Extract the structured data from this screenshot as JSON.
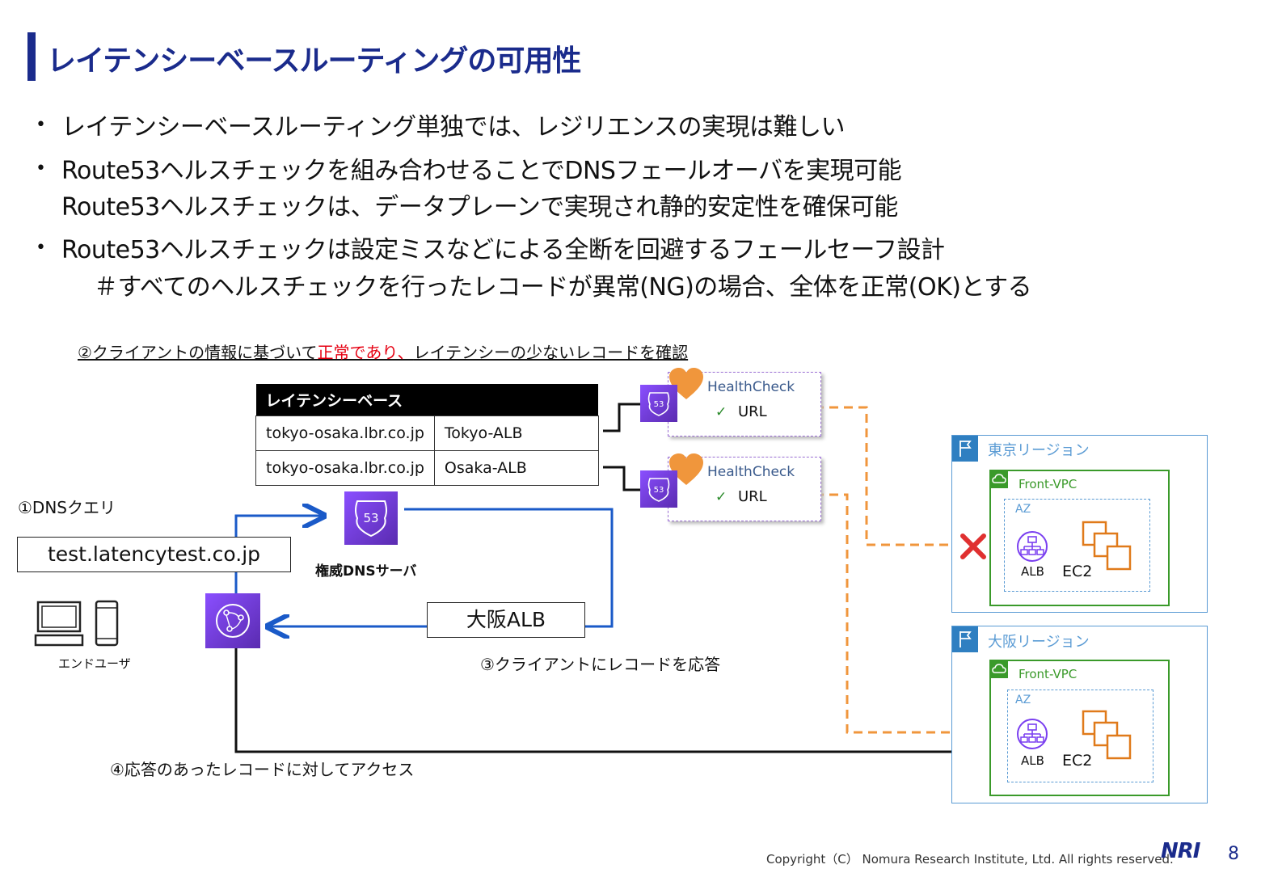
{
  "slide": {
    "title": "レイテンシーベースルーティングの可用性",
    "page_number": "8",
    "copyright": "Copyright（C） Nomura Research Institute, Ltd. All rights reserved.",
    "logo_text": "NRI"
  },
  "bullets": {
    "b1": "レイテンシーベースルーティング単独では、レジリエンスの実現は難しい",
    "b2a": "Route53ヘルスチェックを組み合わせることでDNSフェールオーバを実現可能",
    "b2b": "Route53ヘルスチェックは、データプレーンで実現され静的安定性を確保可能",
    "b3a": "Route53ヘルスチェックは設定ミスなどによる全断を回避するフェールセーフ設計",
    "b3b": "＃すべてのヘルスチェックを行ったレコードが異常(NG)の場合、全体を正常(OK)とする"
  },
  "diagram": {
    "step2_prefix": "②クライアントの情報に基づいて",
    "step2_highlight": "正常であり、",
    "step2_suffix": "レイテンシーの少ないレコードを確認",
    "step1": "①DNSクエリ",
    "step3": "③クライアントにレコードを応答",
    "step4": "④応答のあったレコードに対してアクセス",
    "query_domain": "test.latencytest.co.jp",
    "dns_server_label": "権威DNSサーバ",
    "answer_label": "大阪ALB",
    "end_user_label": "エンドユーザ",
    "route53_badge": "53",
    "table": {
      "header": "レイテンシーベース",
      "rows": [
        {
          "domain": "tokyo-osaka.lbr.co.jp",
          "target": "Tokyo-ALB"
        },
        {
          "domain": "tokyo-osaka.lbr.co.jp",
          "target": "Osaka-ALB"
        }
      ]
    },
    "healthchecks": [
      {
        "title": "HealthCheck",
        "check": "✓",
        "target": "URL"
      },
      {
        "title": "HealthCheck",
        "check": "✓",
        "target": "URL"
      }
    ],
    "regions": [
      {
        "name": "東京リージョン",
        "vpc": "Front-VPC",
        "az": "AZ",
        "alb": "ALB",
        "ec2": "EC2",
        "status": "failed"
      },
      {
        "name": "大阪リージョン",
        "vpc": "Front-VPC",
        "az": "AZ",
        "alb": "ALB",
        "ec2": "EC2",
        "status": "ok"
      }
    ],
    "colors": {
      "title": "#1a2b8c",
      "highlight": "#e60012",
      "dashed_arrow": "#f0963c",
      "solid_arrow": "#1a5ac8",
      "route53": "#7a3ff0",
      "vpc": "#3a9a2a",
      "region": "#5a9bd4",
      "ec2": "#e07a1a",
      "error_x": "#e03030"
    }
  }
}
